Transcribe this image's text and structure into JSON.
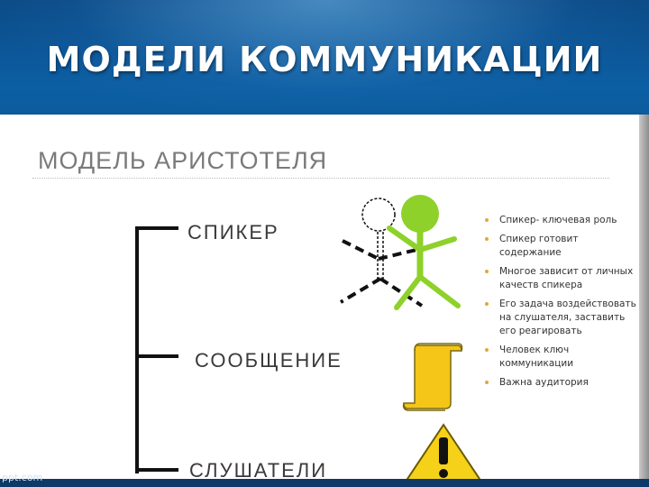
{
  "slide": {
    "title": "МОДЕЛИ КОММУНИКАЦИИ",
    "footer": "ppt.com"
  },
  "model": {
    "title": "МОДЕЛЬ АРИСТОТЕЛЯ",
    "labels": {
      "speaker": "СПИКЕР",
      "message": "СООБЩЕНИЕ",
      "listeners": "СЛУШАТЕЛИ"
    },
    "bullets": [
      "Спикер- ключевая роль",
      "Спикер готовит содержание",
      "Многое зависит от личных качеств спикера",
      "Его задача воздействовать на слушателя, заставить его реагировать",
      "Человек ключ коммуникации",
      "Важна аудитория"
    ]
  },
  "icons": {
    "figure_outline": "person-outline-icon",
    "figure_green": "person-green-icon",
    "scroll": "scroll-icon",
    "warning": "warning-icon"
  },
  "colors": {
    "header_blue": "#0b4a86",
    "green_figure": "#8ed12a",
    "scroll_yellow": "#f5c518",
    "bullet_dot": "#e0a93a",
    "text_gray": "#7a7a7a"
  }
}
